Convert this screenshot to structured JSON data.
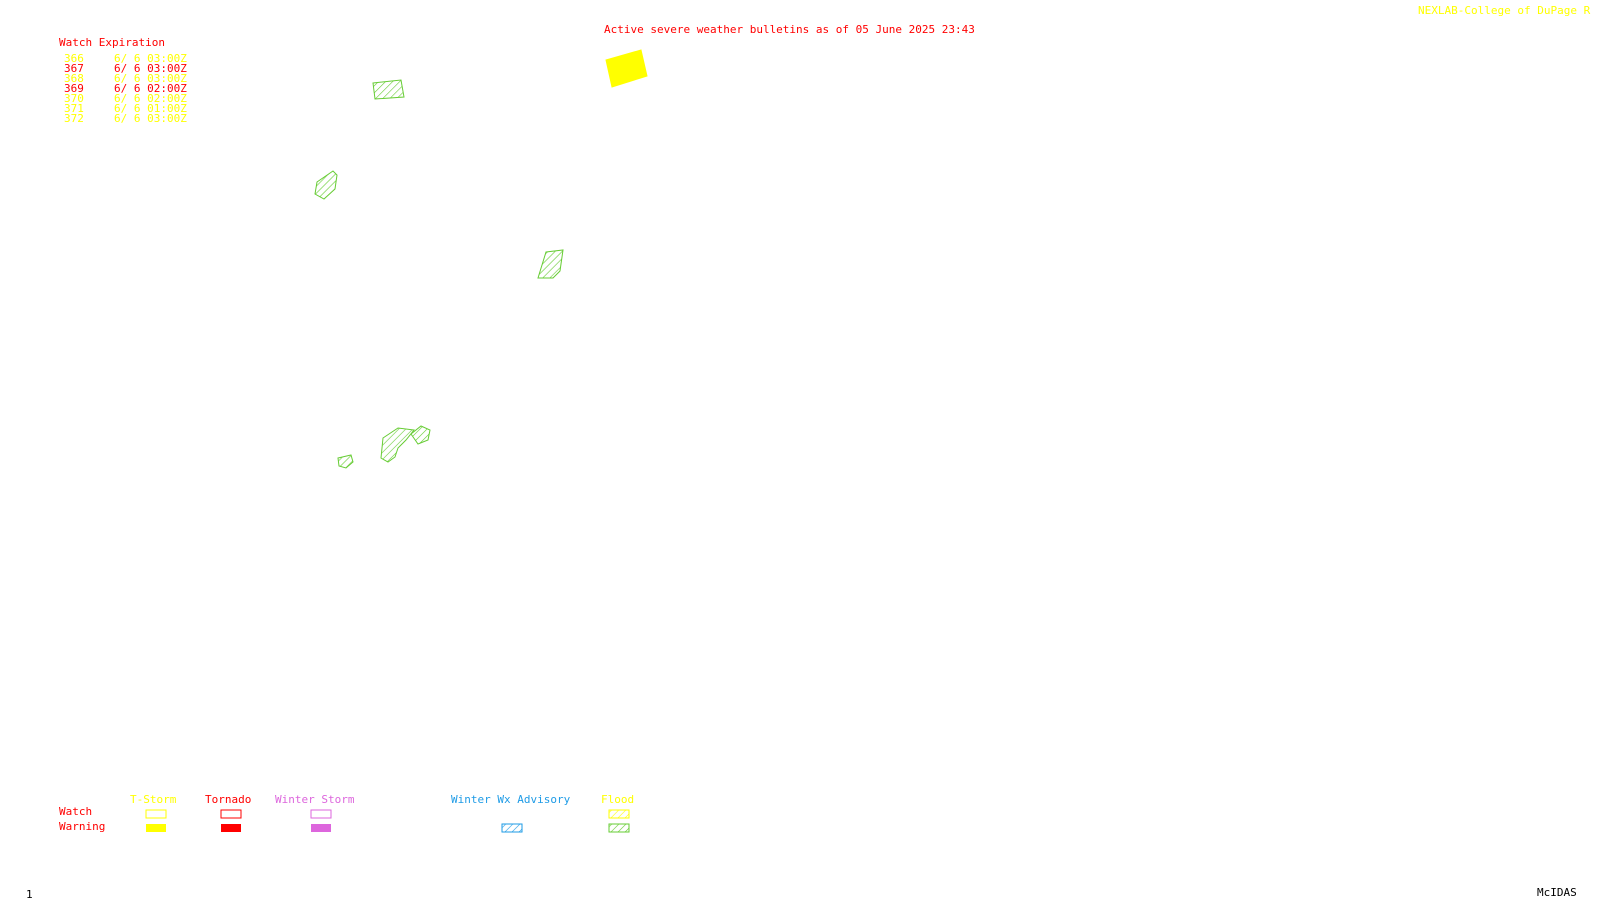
{
  "header": {
    "credit": "NEXLAB-College of DuPage R",
    "bulletin_title": "Active severe weather bulletins as of 05 June 2025 23:43"
  },
  "watch_list": {
    "title": "Watch Expiration",
    "rows": [
      {
        "id": "366",
        "expires": "6/ 6 03:00Z",
        "type": "T-Storm",
        "color": "#ffff00"
      },
      {
        "id": "367",
        "expires": "6/ 6 03:00Z",
        "type": "Tornado",
        "color": "#ff0000"
      },
      {
        "id": "368",
        "expires": "6/ 6 03:00Z",
        "type": "T-Storm",
        "color": "#ffff00"
      },
      {
        "id": "369",
        "expires": "6/ 6 02:00Z",
        "type": "Tornado",
        "color": "#ff0000"
      },
      {
        "id": "370",
        "expires": "6/ 6 02:00Z",
        "type": "T-Storm",
        "color": "#ffff00"
      },
      {
        "id": "371",
        "expires": "6/ 6 01:00Z",
        "type": "T-Storm",
        "color": "#ffff00"
      },
      {
        "id": "372",
        "expires": "6/ 6 03:00Z",
        "type": "T-Storm",
        "color": "#ffff00"
      }
    ]
  },
  "legend": {
    "row_labels": {
      "watch": "Watch",
      "warning": "Warning"
    },
    "categories": [
      {
        "label": "T-Storm",
        "color": "#ffff00",
        "watch_style": "outline",
        "warning_style": "solid"
      },
      {
        "label": "Tornado",
        "color": "#ff0000",
        "watch_style": "outline",
        "warning_style": "solid"
      },
      {
        "label": "Winter Storm",
        "color": "#dd66dd",
        "watch_style": "outline",
        "warning_style": "solid"
      },
      {
        "label": "Winter Wx Advisory",
        "color": "#1e9be6",
        "watch_style": "none",
        "warning_style": "hatched"
      },
      {
        "label": "Flood",
        "color": "#ffff00",
        "warning_color": "#66cc33",
        "watch_style": "hatched",
        "warning_style": "hatched"
      }
    ]
  },
  "map_features": {
    "tstorm_warning_color": "#ffff00",
    "flood_warning_color": "#66cc33",
    "flood_warning_count": 6,
    "tstorm_warning_count": 1
  },
  "footer": {
    "frame_number": "1",
    "software": "McIDAS"
  }
}
